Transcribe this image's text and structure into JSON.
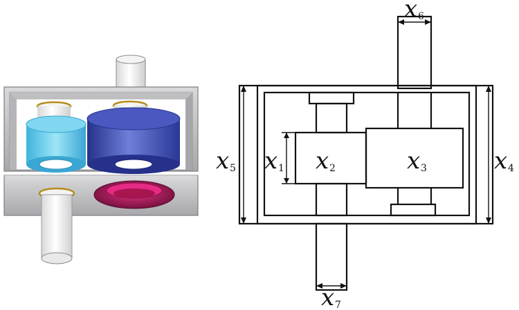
{
  "variables": {
    "x1": {
      "main": "x",
      "sub": "1"
    },
    "x2": {
      "main": "x",
      "sub": "2"
    },
    "x3": {
      "main": "x",
      "sub": "3"
    },
    "x4": {
      "main": "x",
      "sub": "4"
    },
    "x5": {
      "main": "x",
      "sub": "5"
    },
    "x6": {
      "main": "x",
      "sub": "6"
    },
    "x7": {
      "main": "x",
      "sub": "7"
    }
  },
  "colors": {
    "housing": "#c9c9cb",
    "housing_dark": "#9e9ea2",
    "gear_light": "#5cc8e8",
    "gear_dark": "#2c3b9c",
    "gear_pink": "#c2185b",
    "bearing_gold": "#c9a227",
    "ink": "#111111"
  }
}
